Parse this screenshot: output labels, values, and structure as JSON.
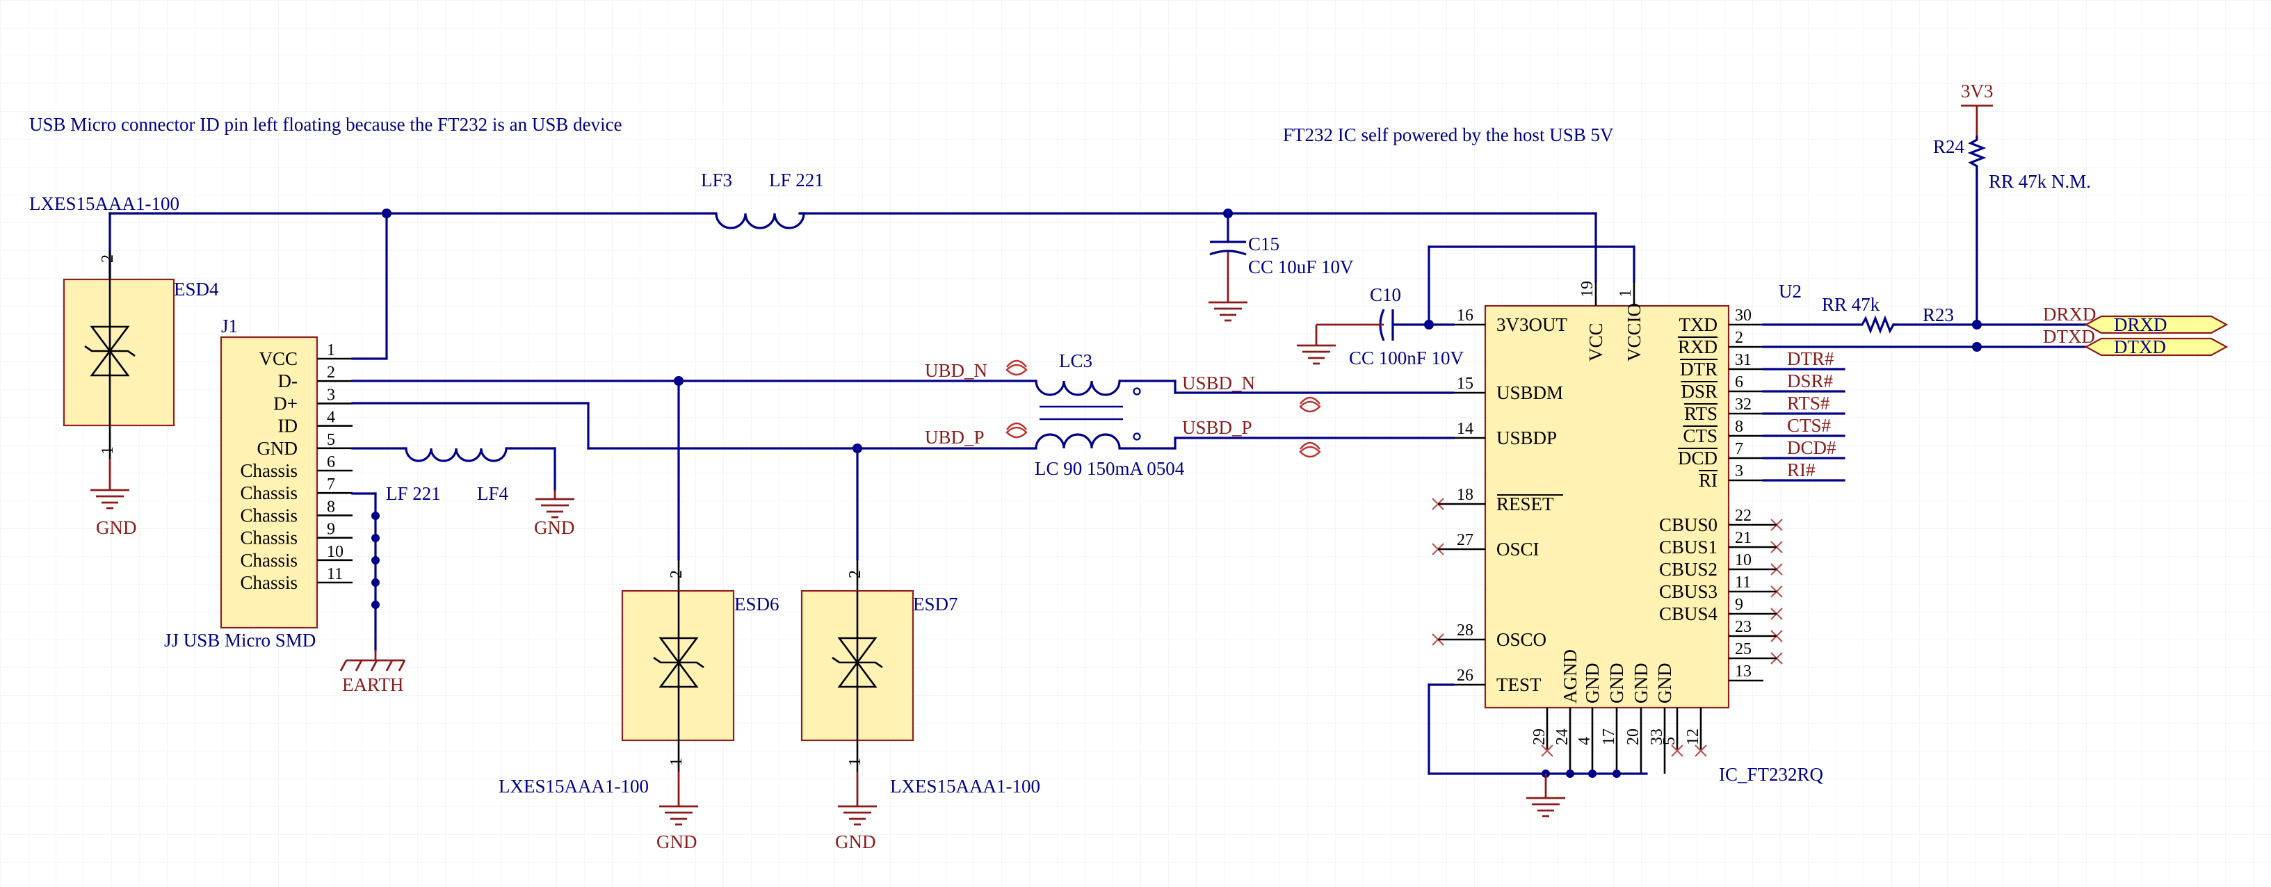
{
  "notes": {
    "usb_id": "USB Micro connector ID pin left floating because the FT232 is an USB device",
    "self_power": "FT232 IC self powered by the host USB 5V"
  },
  "power": {
    "gnd": "GND",
    "earth": "EARTH",
    "v33": "3V3"
  },
  "j1": {
    "ref": "J1",
    "value": "JJ USB Micro SMD",
    "pins": [
      {
        "name": "VCC",
        "num": "1"
      },
      {
        "name": "D-",
        "num": "2"
      },
      {
        "name": "D+",
        "num": "3"
      },
      {
        "name": "ID",
        "num": "4"
      },
      {
        "name": "GND",
        "num": "5"
      },
      {
        "name": "Chassis",
        "num": "6"
      },
      {
        "name": "Chassis",
        "num": "7"
      },
      {
        "name": "Chassis",
        "num": "8"
      },
      {
        "name": "Chassis",
        "num": "9"
      },
      {
        "name": "Chassis",
        "num": "10"
      },
      {
        "name": "Chassis",
        "num": "11"
      }
    ]
  },
  "esd4": {
    "ref": "ESD4",
    "value": "LXES15AAA1-100",
    "pin_top": "2",
    "pin_bottom": "1"
  },
  "esd6": {
    "ref": "ESD6",
    "value": "LXES15AAA1-100",
    "pin_top": "2",
    "pin_bottom": "1"
  },
  "esd7": {
    "ref": "ESD7",
    "value": "LXES15AAA1-100",
    "pin_top": "2",
    "pin_bottom": "1"
  },
  "lf3": {
    "ref": "LF3",
    "value": "LF 221"
  },
  "lf4": {
    "ref": "LF4",
    "value": "LF 221"
  },
  "lc3": {
    "ref": "LC3",
    "value": "LC 90 150mA 0504"
  },
  "c15": {
    "ref": "C15",
    "value": "CC 10uF 10V"
  },
  "c10": {
    "ref": "C10",
    "value": "CC 100nF 10V"
  },
  "r23": {
    "ref": "R23",
    "value": "RR 47k"
  },
  "r24": {
    "ref": "R24",
    "value": "RR 47k N.M."
  },
  "nets": {
    "ubd_n": "UBD_N",
    "ubd_p": "UBD_P",
    "usbd_n": "USBD_N",
    "usbd_p": "USBD_P",
    "dtr": "DTR#",
    "dsr": "DSR#",
    "rts": "RTS#",
    "cts": "CTS#",
    "dcd": "DCD#",
    "ri": "RI#"
  },
  "ports": {
    "drxd": "DRXD",
    "dtxd": "DTXD"
  },
  "u2": {
    "ref": "U2",
    "value": "IC_FT232RQ",
    "left_pins": [
      {
        "name": "3V3OUT",
        "num": "16"
      },
      {
        "name": "USBDM",
        "num": "15"
      },
      {
        "name": "USBDP",
        "num": "14"
      },
      {
        "name": "RESET",
        "num": "18"
      },
      {
        "name": "OSCI",
        "num": "27"
      },
      {
        "name": "OSCO",
        "num": "28"
      },
      {
        "name": "TEST",
        "num": "26"
      }
    ],
    "right_pins": [
      {
        "name": "TXD",
        "num": "30"
      },
      {
        "name": "RXD",
        "num": "2"
      },
      {
        "name": "DTR",
        "num": "31"
      },
      {
        "name": "DSR",
        "num": "6"
      },
      {
        "name": "RTS",
        "num": "32"
      },
      {
        "name": "CTS",
        "num": "8"
      },
      {
        "name": "DCD",
        "num": "7"
      },
      {
        "name": "RI",
        "num": "3"
      },
      {
        "name": "CBUS0",
        "num": "22"
      },
      {
        "name": "CBUS1",
        "num": "21"
      },
      {
        "name": "CBUS2",
        "num": "10"
      },
      {
        "name": "CBUS3",
        "num": "11"
      },
      {
        "name": "CBUS4",
        "num": "9"
      }
    ],
    "extra_right_pins": [
      "23",
      "25",
      "13"
    ],
    "top_pins": [
      {
        "name": "VCC",
        "num": "19"
      },
      {
        "name": "VCCIO",
        "num": "1"
      }
    ],
    "bottom_pins": [
      {
        "name": "AGND",
        "num": "24"
      },
      {
        "name": "GND",
        "num": "4"
      },
      {
        "name": "GND",
        "num": "17"
      },
      {
        "name": "GND",
        "num": "20"
      },
      {
        "name": "GND",
        "num": "33"
      }
    ],
    "bottom_unused": [
      "29",
      "5",
      "12"
    ]
  },
  "colors": {
    "wire": "#00008b",
    "part_fill": "#fff2b3",
    "power": "#8b1a1a",
    "port_fill": "#ffff99"
  }
}
